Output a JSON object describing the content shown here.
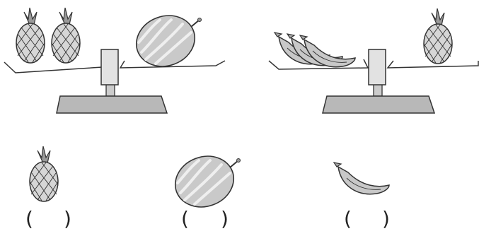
{
  "scales": [
    {
      "left_pan": [
        "pineapple",
        "pineapple"
      ],
      "right_pan": [
        "watermelon"
      ]
    },
    {
      "left_pan": [
        "banana",
        "banana",
        "banana"
      ],
      "right_pan": [
        "pineapple"
      ]
    }
  ],
  "answer_items": [
    {
      "icon": "pineapple-icon",
      "open": "(",
      "close": ")"
    },
    {
      "icon": "watermelon-icon",
      "open": "(",
      "close": ")"
    },
    {
      "icon": "banana-icon",
      "open": "(",
      "close": ")"
    }
  ],
  "colors": {
    "outline": "#333333",
    "fruit_fill": "#d0d0d0",
    "scale_base": "#b8b8b8",
    "pineapple_leaf": "#9a9a9a"
  }
}
